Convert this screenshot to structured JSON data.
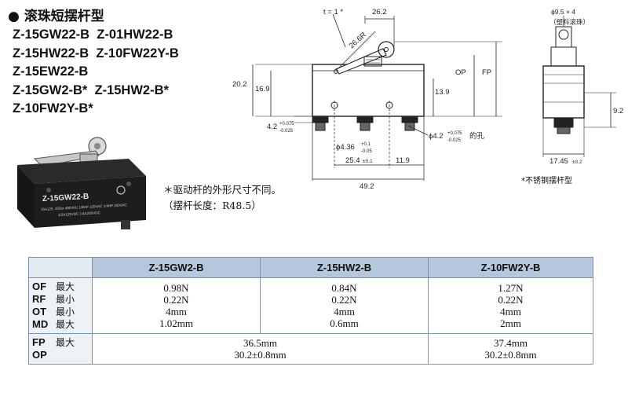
{
  "header": {
    "bullet": "●",
    "title": "滚珠短摆杆型"
  },
  "models": [
    "Z-15GW22-B  Z-01HW22-B",
    "Z-15HW22-B  Z-10FW22Y-B",
    "Z-15EW22-B",
    "Z-15GW2-B*  Z-15HW2-B*",
    "Z-10FW2Y-B*"
  ],
  "photo": {
    "label": "Z-15GW22-B",
    "rating": "15A125, 250or 480VAC 1/8HP 125VAC 1/4HP 250VAC",
    "rating2": "1/2A125VDC 1/4A250VDC"
  },
  "note_cn": {
    "line1": "＊驱动杆的外形尺寸不同。",
    "line2": "（摆杆长度：R48.5）"
  },
  "dimensions": {
    "t": "t = 1 *",
    "d26_2": "26.2",
    "r26_6": "26.6R",
    "d20_2": "20.2",
    "d16_9": "16.9",
    "op": "OP",
    "fp": "FP",
    "d13_9": "13.9",
    "d4_2": "4.2",
    "d4_2_tol_up": "+0.075",
    "d4_2_tol_dn": "-0.025",
    "d4_36": "ϕ4.36",
    "d4_36_tol_up": "+0.1",
    "d4_36_tol_dn": "-0.05",
    "d25_4": "25.4",
    "d25_4_tol": "±0.1",
    "d11_9": "11.9",
    "d49_2": "49.2",
    "hole": "ϕ4.2",
    "hole_tol_up": "+0.075",
    "hole_tol_dn": "-0.025",
    "hole_suffix": "的孔",
    "roller": "ϕ9.5 × 4",
    "roller_cn": "（塑料滚珠）",
    "d9_2": "9.2",
    "d17_45": "17.45",
    "d17_45_tol": "±0.2",
    "note_steel": "*不锈钢摆杆型"
  },
  "table": {
    "headers": [
      "Z-15GW2-B",
      "Z-15HW2-B",
      "Z-10FW2Y-B"
    ],
    "rows1": {
      "labels": [
        {
          "q": "OF",
          "s": "最大"
        },
        {
          "q": "RF",
          "s": "最小"
        },
        {
          "q": "OT",
          "s": "最小"
        },
        {
          "q": "MD",
          "s": "最大"
        }
      ],
      "col1": [
        "0.98N",
        "0.22N",
        "4mm",
        "1.02mm"
      ],
      "col2": [
        "0.84N",
        "0.22N",
        "4mm",
        "0.6mm"
      ],
      "col3": [
        "1.27N",
        "0.22N",
        "4mm",
        "2mm"
      ]
    },
    "rows2": {
      "labels": [
        {
          "q": "FP",
          "s": "最大"
        },
        {
          "q": "OP",
          "s": ""
        }
      ],
      "merged": [
        "36.5mm",
        "30.2±0.8mm"
      ],
      "col3": [
        "37.4mm",
        "30.2±0.8mm"
      ]
    }
  }
}
